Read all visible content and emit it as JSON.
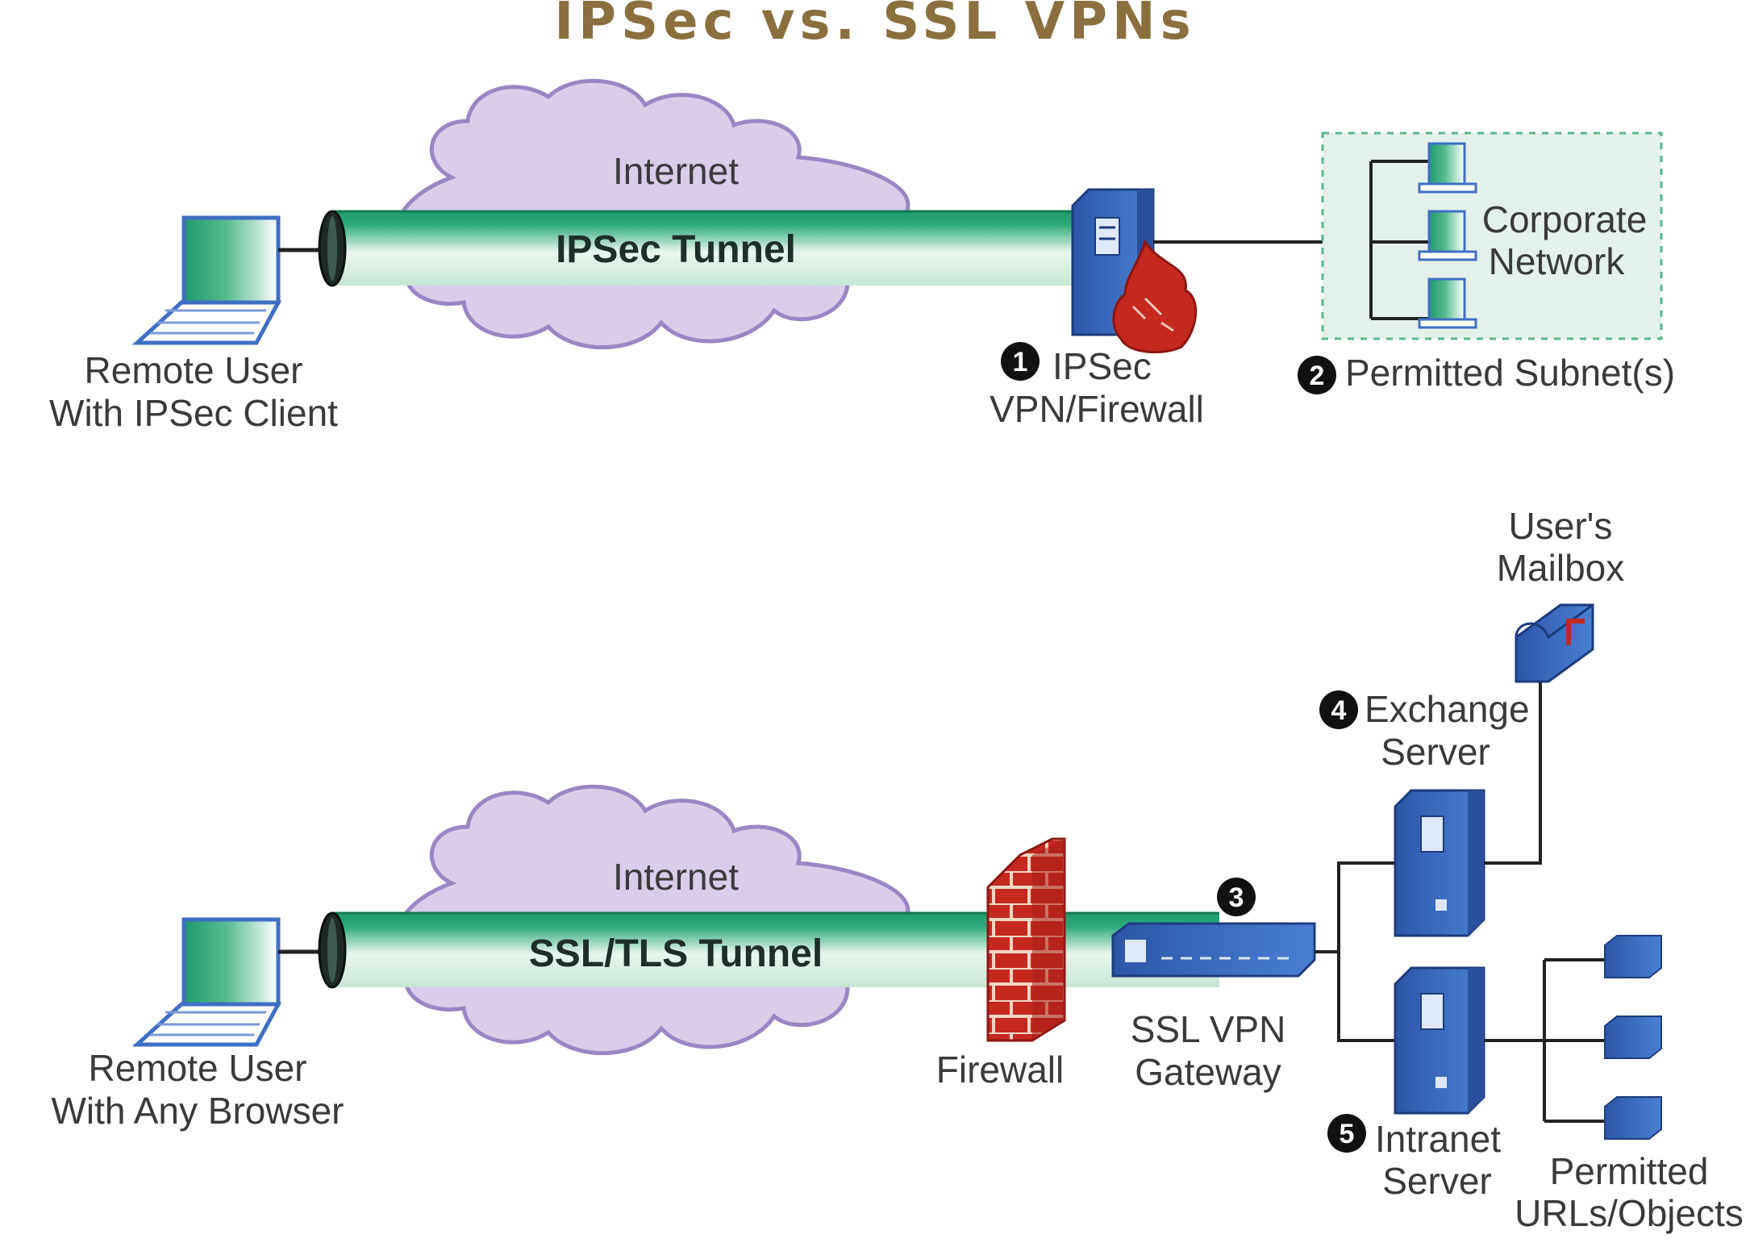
{
  "title": "IPSec vs. SSL VPNs",
  "colors": {
    "title": "#8b6f3e",
    "tunnel": "#1f9a6e",
    "cloud": "#d9cdea",
    "cloud_stroke": "#9a86c4",
    "server": "#3f6fc4",
    "firewall": "#c5281f",
    "subnet_box": "#e4f1ea"
  },
  "ipsec": {
    "cloud_label": "Internet",
    "tunnel_label": "IPSec Tunnel",
    "client_label_1": "Remote User",
    "client_label_2": "With IPSec Client",
    "vpn_num": "1",
    "vpn_label_1": "IPSec",
    "vpn_label_2": "VPN/Firewall",
    "subnet_num": "2",
    "subnet_label": "Permitted Subnet(s)",
    "network_label_1": "Corporate",
    "network_label_2": "Network"
  },
  "ssl": {
    "cloud_label": "Internet",
    "tunnel_label": "SSL/TLS Tunnel",
    "client_label_1": "Remote User",
    "client_label_2": "With Any Browser",
    "firewall_label": "Firewall",
    "gateway_num": "3",
    "gateway_label_1": "SSL VPN",
    "gateway_label_2": "Gateway",
    "exchange_num": "4",
    "exchange_label_1": "Exchange",
    "exchange_label_2": "Server",
    "mailbox_label_1": "User's",
    "mailbox_label_2": "Mailbox",
    "intranet_num": "5",
    "intranet_label_1": "Intranet",
    "intranet_label_2": "Server",
    "urls_label_1": "Permitted",
    "urls_label_2": "URLs/Objects"
  }
}
